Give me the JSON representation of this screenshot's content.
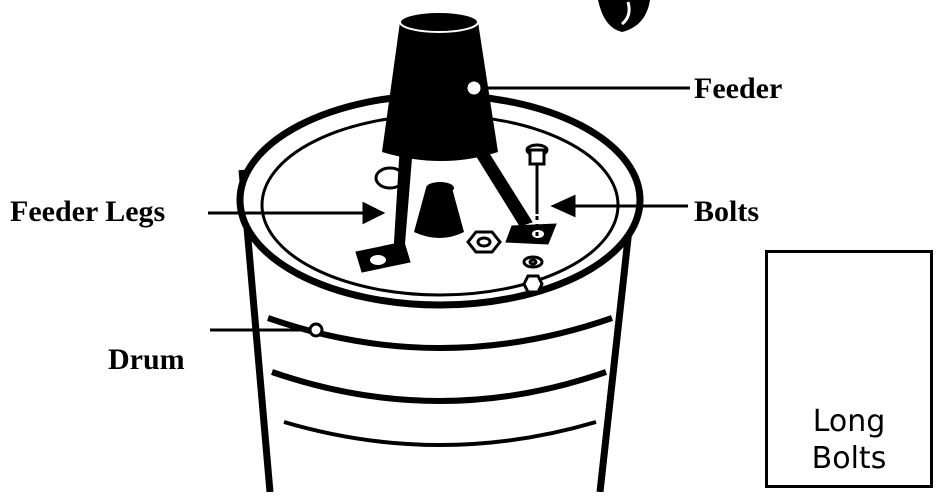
{
  "labels": {
    "feeder": "Feeder",
    "feeder_legs": "Feeder Legs",
    "bolts": "Bolts",
    "drum": "Drum"
  },
  "inset": {
    "line1": "Long",
    "line2": "Bolts"
  },
  "colors": {
    "ink": "#000000",
    "paper": "#ffffff"
  }
}
